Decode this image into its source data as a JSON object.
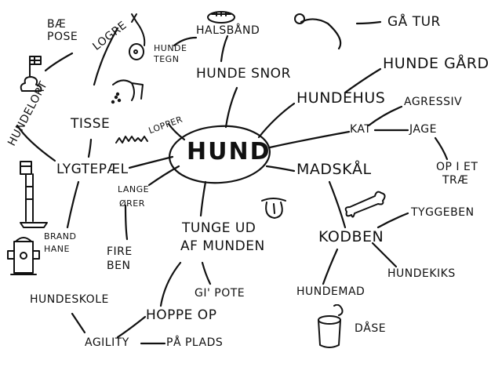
{
  "center": "HUND",
  "nodes": {
    "gaa_tur": "GÅ TUR",
    "hunde_gaard": "HUNDE GÅRD",
    "hundehus": "HUNDEHUS",
    "agressiv": "AGRESSIV",
    "kat": "KAT",
    "jage": "JAGE",
    "op_i_et_trae_1": "OP I ET",
    "op_i_et_trae_2": "TRÆ",
    "madskaal": "MADSKÅL",
    "tyggeben": "TYGGEBEN",
    "kodben": "KODBEN",
    "hundekiks": "HUNDEKIKS",
    "hundemad": "HUNDEMAD",
    "daase": "DÅSE",
    "halsbaand": "HALSBÅND",
    "hunde_snor": "HUNDE SNOR",
    "hunde_tegn_1": "HUNDE",
    "hunde_tegn_2": "TEGN",
    "logre": "LOGRE",
    "baa_pose_1": "BÆ",
    "baa_pose_2": "POSE",
    "hundelort": "HUNDELORT",
    "tisse": "TISSE",
    "lopper": "LOPPER",
    "lygtepael": "LYGTEPÆL",
    "brand_hane_1": "BRAND",
    "brand_hane_2": "HANE",
    "lange_oerer_1": "LANGE",
    "lange_oerer_2": "ØRER",
    "fire_ben_1": "FIRE",
    "fire_ben_2": "BEN",
    "tunge_ud_1": "TUNGE UD",
    "tunge_ud_2": "AF MUNDEN",
    "gi_pote": "GI' POTE",
    "hoppe_op": "HOPPE OP",
    "hundeskole": "HUNDESKOLE",
    "agility": "AGILITY",
    "paa_plads": "PÅ PLADS"
  },
  "icons": [
    "collar-icon",
    "leash-icon",
    "dog-sign-icon",
    "poop-flag-icon",
    "peeing-dog-icon",
    "fleas-icon",
    "lamppost-icon",
    "fire-hydrant-icon",
    "tongue-icon",
    "bone-icon",
    "can-icon"
  ]
}
